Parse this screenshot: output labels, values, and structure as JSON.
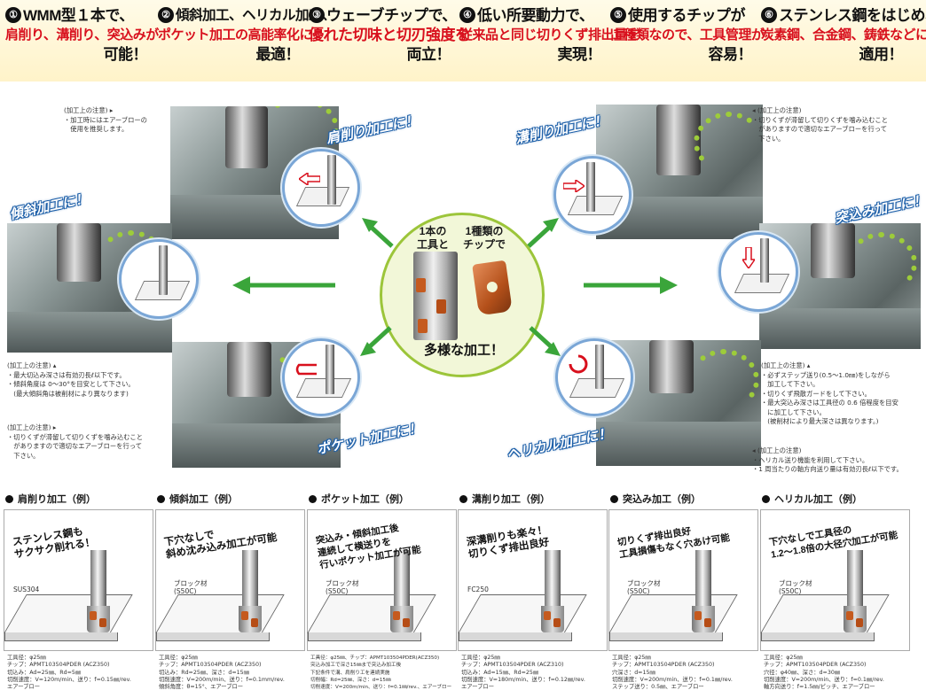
{
  "features": [
    {
      "num": "①",
      "lines": [
        {
          "text": "WMM型１本で、",
          "color": "black"
        },
        {
          "text": "肩削り、溝削り、突込みが",
          "color": "red"
        },
        {
          "text": "可能！",
          "color": "black"
        }
      ]
    },
    {
      "num": "②",
      "lines": [
        {
          "text": "傾斜加工、ヘリカル加工、",
          "color": "black"
        },
        {
          "text": "ポケット加工の高能率化に",
          "color": "red"
        },
        {
          "text": "最適！",
          "color": "black"
        }
      ]
    },
    {
      "num": "③",
      "lines": [
        {
          "text": "ウェーブチップで、",
          "color": "black"
        },
        {
          "text": "優れた切味と切刃強度を",
          "color": "red"
        },
        {
          "text": "両立！",
          "color": "black"
        }
      ]
    },
    {
      "num": "④",
      "lines": [
        {
          "text": "低い所要動力で、",
          "color": "black"
        },
        {
          "text": "従来品と同じ切りくず排出量を",
          "color": "red"
        },
        {
          "text": "実現！",
          "color": "black"
        }
      ]
    },
    {
      "num": "⑤",
      "lines": [
        {
          "text": "使用するチップが",
          "color": "black"
        },
        {
          "text": "１種類なので、工具管理が",
          "color": "red"
        },
        {
          "text": "容易！",
          "color": "black"
        }
      ]
    },
    {
      "num": "⑥",
      "lines": [
        {
          "text": "ステンレス鋼をはじめ、",
          "color": "black"
        },
        {
          "text": "炭素鋼、合金鋼、鋳鉄などに",
          "color": "red"
        },
        {
          "text": "適用！",
          "color": "black"
        }
      ]
    }
  ],
  "operations": {
    "shoulder": "肩削り加工に！",
    "slot": "溝削り加工に！",
    "ramping": "傾斜加工に！",
    "plunge": "突込み加工に！",
    "pocket": "ポケット加工に！",
    "helical": "ヘリカル加工に！"
  },
  "center": {
    "tool_text": "1本の\n工具と",
    "chip_text": "1種類の\nチップで",
    "result": "多様な加工！"
  },
  "notes": {
    "shoulder": "(加工上の注意) ▸\n・加工時にはエアーブローの\n　使用を推奨します。",
    "slot": "◂ (加工上の注意)\n・切りくずが滞留して切りくずを噛み込むこと\n　がありますので適切なエアーブローを行って\n　下さい。",
    "ramping": "(加工上の注意) ▴\n・最大切込み深さは有効刃長ℓ以下です。\n・傾斜角度は 0～30°を目安として下さい。\n　(最大傾斜角は被削材により異なります)",
    "pocket": "(加工上の注意) ▸\n・切りくずが滞留して切りくずを噛み込むこと\n　がありますので適切なエアーブローを行って\n　下さい。",
    "plunge": "(加工上の注意) ▴\n・必ずステップ送り(0.5～1.0㎜)をしながら\n　加工して下さい。\n・切りくず飛散ガードをして下さい。\n・最大突込み深さは工具径の 0.6 倍程度を目安\n　に加工して下さい。\n　(被削材により最大深さは異なります。)",
    "helical": "◂ (加工上の注意)\n・ヘリカル送り機能を利用して下さい。\n・1 周当たりの軸方向送り量は有効刃長ℓ以下です。"
  },
  "examples": [
    {
      "title": "肩削り加工（例）",
      "caption": "ステンレス鋼も\nサクサク削れる！",
      "material": "SUS304",
      "spec": "工具径：φ25㎜\nチップ：APMT103504PDER (ACZ350)\n切込み：Ad=25㎜、Rd=5㎜\n切削速度：V=120m/min、送り：f=0.15㎜/rev.\nエアーブロー"
    },
    {
      "title": "傾斜加工（例）",
      "caption": "下穴なしで\n斜め沈み込み加工が可能",
      "material": "ブロック材\n(S50C)",
      "spec": "工具径：φ25㎜\nチップ：APMT103504PDER (ACZ350)\n切込み：Rd=25㎜、深さ：d=15㎜\n切削速度：V=200m/min、送り：f=0.1mm/rev.\n傾斜角度：θ=15°、エアーブロー"
    },
    {
      "title": "ポケット加工（例）",
      "caption": "突込み・傾斜加工後\n連続して横送りを\n行いポケット加工が可能",
      "material": "ブロック材\n(S50C)",
      "spec": "工具径：φ25㎜、チップ：APMT103504PDER(ACZ350)\n突込み加工で深さ15㎜まで突込み加工後\n下記条件で溝、肩削り工を連続実施\n切削幅：Rd=25㎜、深さ：d=15㎜\n切削速度：V=200m/min、送り：f=0.1㎜/rev.、エアーブロー"
    },
    {
      "title": "溝削り加工（例）",
      "caption": "深溝削りも楽々！\n切りくず排出良好",
      "material": "FC250",
      "spec": "工具径：φ25㎜\nチップ：APMT103504PDER (ACZ310)\n切込み：Ad=15㎜、Rd=25㎜\n切削速度：V=180m/min、送り：f=0.12㎜/rev.\nエアーブロー"
    },
    {
      "title": "突込み加工（例）",
      "caption": "切りくず排出良好\n工具損傷もなく穴あけ可能",
      "material": "ブロック材\n(S50C)",
      "spec": "工具径：φ25㎜\nチップ：APMT103504PDER (ACZ350)\n穴深さ：d=15㎜\n切削速度：V=200m/min、送り：f=0.1㎜/rev.\nステップ送り：0.5㎜、エアーブロー"
    },
    {
      "title": "ヘリカル加工（例）",
      "caption": "下穴なしで工具径の\n1.2～1.8倍の大径穴加工が可能",
      "material": "ブロック材\n(S50C)",
      "spec": "工具径：φ25㎜\nチップ：APMT103504PDER (ACZ350)\n穴径：φ40㎜、深さ：d=30㎜\n切削速度：V=200m/min、送り：f=0.1㎜/rev.\n軸方向送り：f=1.5㎜/ピッチ、エアーブロー"
    }
  ],
  "colors": {
    "accent_red": "#d8101d",
    "arrow_green": "#3aa53a",
    "label_blue": "#1d5fa8",
    "banner_bg": "#fff3c9"
  }
}
